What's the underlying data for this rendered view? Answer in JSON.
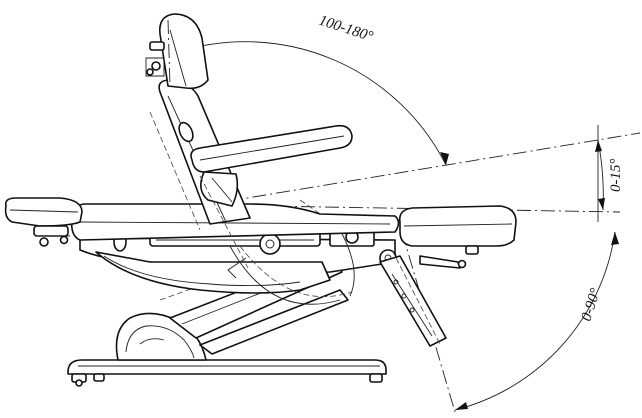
{
  "annotations": {
    "backrest_angle": "100-180°",
    "footrest_tilt": "0-15°",
    "legrest_angle": "0-90°"
  },
  "colors": {
    "line": "#111111",
    "background": "#ffffff"
  }
}
